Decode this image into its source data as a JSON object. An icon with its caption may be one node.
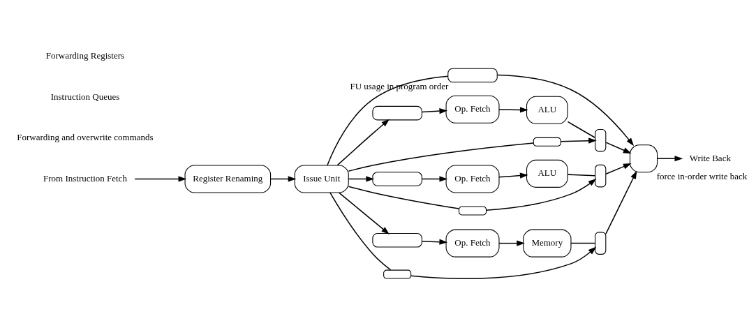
{
  "diagram": {
    "nodes": [
      {
        "text": [
          "From Instruction Fetch"
        ]
      },
      {
        "text": [
          "Register Renaming"
        ]
      },
      {
        "text": [
          "Issue Unit"
        ]
      },
      {
        "text": [],
        "shape": "bar",
        "beside": [
          "FU usage in program order"
        ]
      },
      {
        "text": [],
        "shape": "bar"
      },
      {
        "text": [
          "Op. Fetch"
        ]
      },
      {
        "text": [
          "ALU"
        ]
      },
      {
        "text": [],
        "shape": "bar"
      },
      {
        "text": [],
        "shape": "bar"
      },
      {
        "text": [],
        "shape": "bar"
      },
      {
        "text": [
          "Op. Fetch"
        ]
      },
      {
        "text": [
          "ALU"
        ]
      },
      {
        "text": [],
        "shape": "bar"
      },
      {
        "text": [],
        "shape": "bar"
      },
      {
        "text": [],
        "shape": "bar"
      },
      {
        "text": [
          "Op. Fetch"
        ]
      },
      {
        "text": [
          "Memory"
        ]
      },
      {
        "text": [],
        "shape": "bar"
      },
      {
        "text": [],
        "shape": "bar"
      },
      {
        "text": [],
        "shape": "box",
        "beside": [
          "force in-order write back"
        ]
      },
      {
        "text": [
          "Write Back"
        ]
      }
    ],
    "edges": [
      {
        "from": 0,
        "to": 1,
        "arrow": "to"
      },
      {
        "from": 1,
        "to": 2,
        "arrow": "to"
      },
      {
        "from": 2,
        "to": 3,
        "arrow": "none"
      },
      {
        "from": 3,
        "to": 19,
        "arrow": "to"
      },
      {
        "from": 2,
        "to": 4,
        "arrow": "to"
      },
      {
        "from": 2,
        "to": 9,
        "arrow": "to"
      },
      {
        "from": 2,
        "to": 14,
        "arrow": "to"
      },
      {
        "from": 4,
        "to": 5,
        "arrow": "to"
      },
      {
        "from": 5,
        "to": 6,
        "arrow": "to"
      },
      {
        "from": 6,
        "to": 7,
        "arrow": "none"
      },
      {
        "from": 2,
        "to": 8,
        "arrow": "none"
      },
      {
        "from": 8,
        "to": 7,
        "arrow": "to"
      },
      {
        "from": 7,
        "to": 19,
        "arrow": "to"
      },
      {
        "from": 9,
        "to": 10,
        "arrow": "to"
      },
      {
        "from": 10,
        "to": 11,
        "arrow": "to"
      },
      {
        "from": 11,
        "to": 12,
        "arrow": "none"
      },
      {
        "from": 2,
        "to": 13,
        "arrow": "none"
      },
      {
        "from": 13,
        "to": 12,
        "arrow": "to"
      },
      {
        "from": 12,
        "to": 19,
        "arrow": "to"
      },
      {
        "from": 14,
        "to": 15,
        "arrow": "to"
      },
      {
        "from": 15,
        "to": 16,
        "arrow": "to"
      },
      {
        "from": 16,
        "to": 17,
        "arrow": "none"
      },
      {
        "from": 2,
        "to": 18,
        "arrow": "none"
      },
      {
        "from": 18,
        "to": 17,
        "arrow": "to"
      },
      {
        "from": 17,
        "to": 19,
        "arrow": "to"
      },
      {
        "from": 19,
        "to": 20,
        "arrow": "to"
      }
    ],
    "labels": [
      "Forwarding and overwrite commands",
      "Instruction Queues",
      "Forwarding Registers"
    ]
  }
}
